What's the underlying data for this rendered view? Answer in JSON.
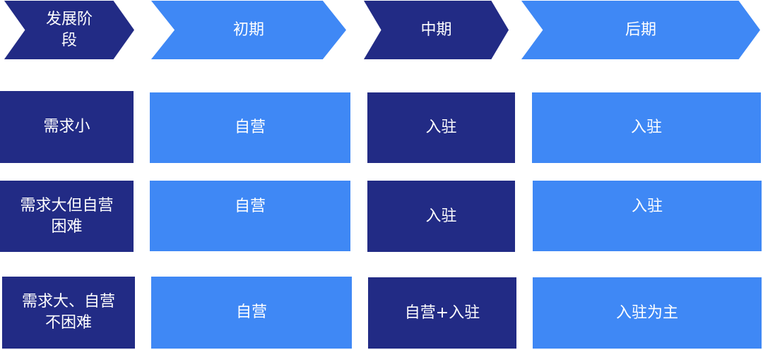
{
  "header": {
    "stage_label_line1": "发展阶",
    "stage_label_line2": "段",
    "early": "初期",
    "middle": "中期",
    "late": "后期"
  },
  "rows": [
    {
      "label_line1": "需求小",
      "label_line2": "",
      "early": "自营",
      "middle": "入驻",
      "late": "入驻"
    },
    {
      "label_line1": "需求大但自营",
      "label_line2": "困难",
      "early": "自营",
      "middle": "入驻",
      "late": "入驻"
    },
    {
      "label_line1": "需求大、自营",
      "label_line2": "不困难",
      "early": "自营",
      "middle": "自营+入驻",
      "late": "入驻为主"
    }
  ],
  "colors": {
    "dark": "#222b85",
    "light": "#3f88f5"
  }
}
